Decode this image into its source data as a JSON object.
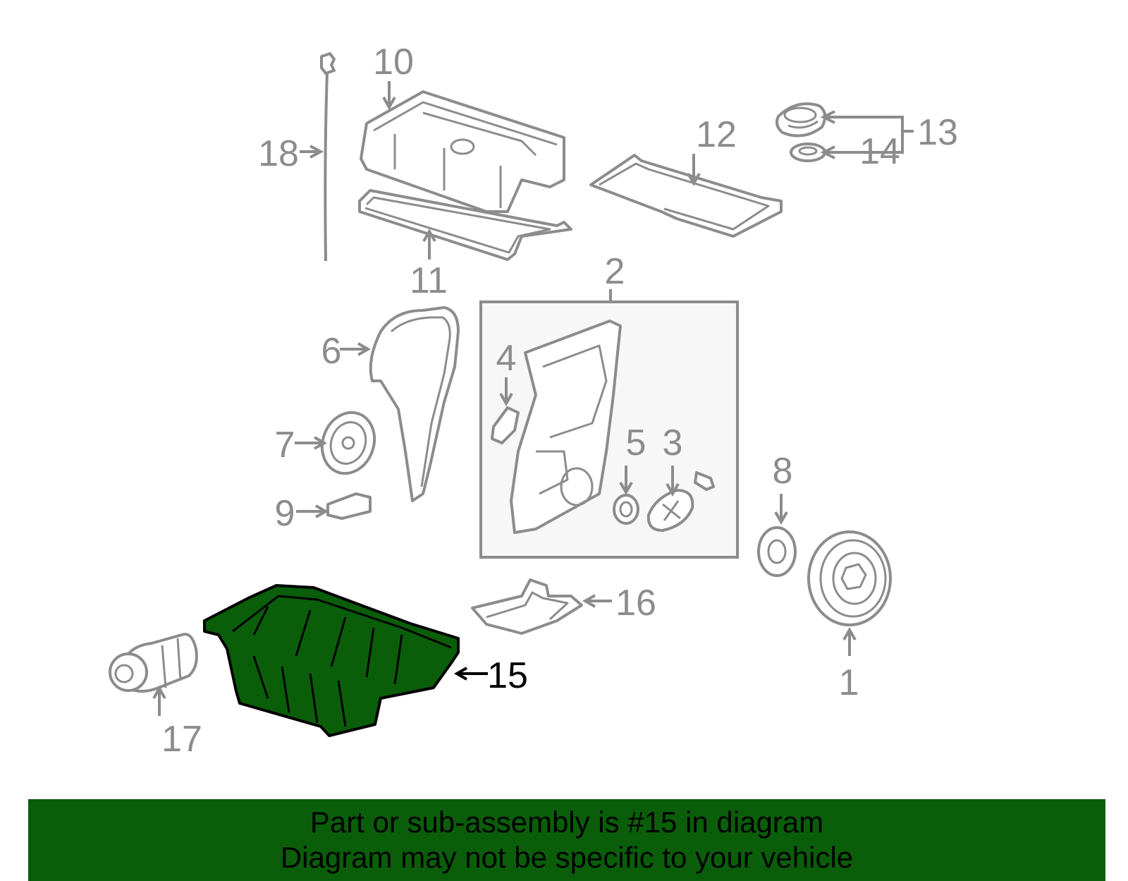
{
  "banner": {
    "line1": "Part or sub-assembly is #15 in diagram",
    "line2": "Diagram may not be specific to your vehicle",
    "color": "#0a5e0a"
  },
  "highlight": {
    "part_number": "15",
    "color": "#0a5e0a"
  },
  "parts": [
    {
      "number": "1"
    },
    {
      "number": "2"
    },
    {
      "number": "3"
    },
    {
      "number": "4"
    },
    {
      "number": "5"
    },
    {
      "number": "6"
    },
    {
      "number": "7"
    },
    {
      "number": "8"
    },
    {
      "number": "9"
    },
    {
      "number": "10"
    },
    {
      "number": "11"
    },
    {
      "number": "12"
    },
    {
      "number": "13"
    },
    {
      "number": "14"
    },
    {
      "number": "15"
    },
    {
      "number": "16"
    },
    {
      "number": "17"
    },
    {
      "number": "18"
    }
  ]
}
